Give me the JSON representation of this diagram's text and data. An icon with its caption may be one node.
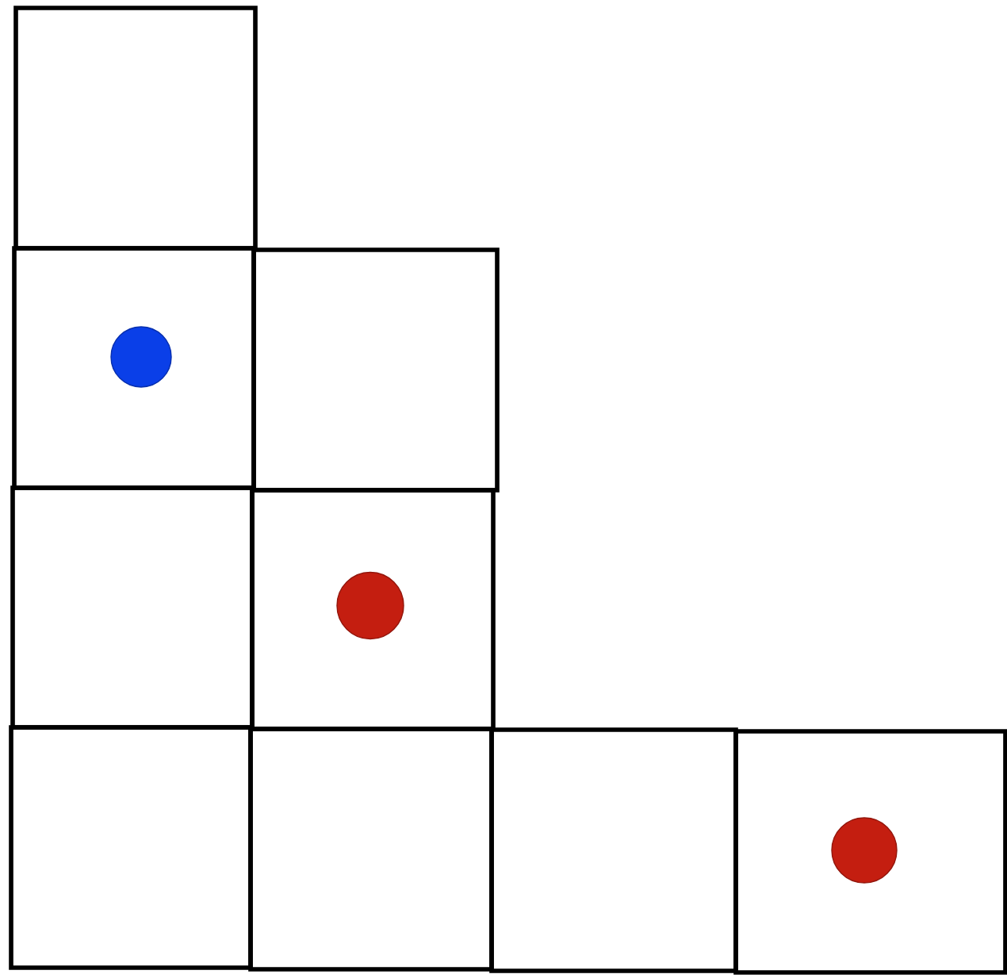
{
  "diagram": {
    "nodes": [
      {
        "text": [],
        "shape": "box"
      },
      {
        "text": [],
        "shape": "box"
      },
      {
        "text": [],
        "shape": "circle",
        "in": 1
      },
      {
        "text": [],
        "shape": "box"
      },
      {
        "text": [],
        "shape": "box"
      },
      {
        "text": [],
        "shape": "box"
      },
      {
        "text": [],
        "shape": "circle",
        "in": 5
      },
      {
        "text": [],
        "shape": "box"
      },
      {
        "text": [],
        "shape": "box"
      },
      {
        "text": [],
        "shape": "box"
      },
      {
        "text": [],
        "shape": "box"
      },
      {
        "text": [],
        "shape": "circle",
        "in": 10
      }
    ]
  }
}
